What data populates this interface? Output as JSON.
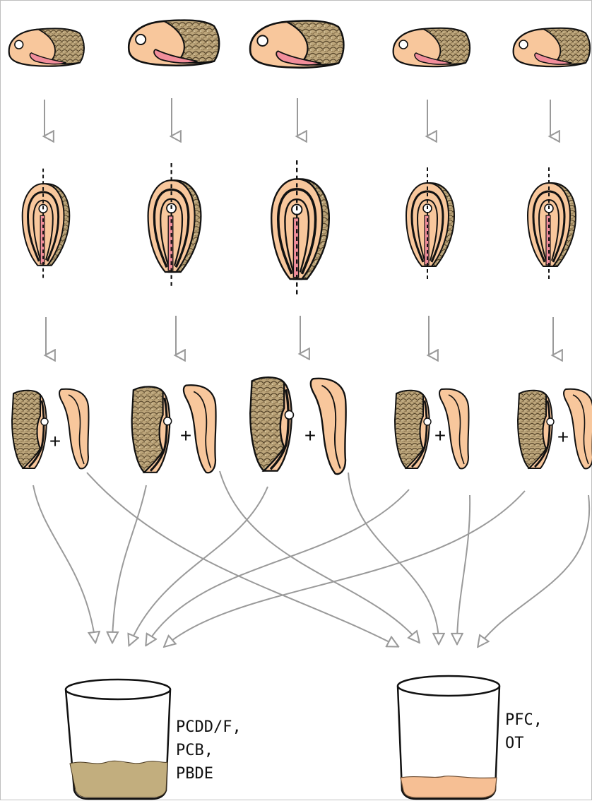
{
  "beakers": [
    {
      "lines": [
        "PCDD/F,",
        "PCB,",
        "PBDE"
      ],
      "sediment": "tan-homogenate"
    },
    {
      "lines": [
        "PFC,",
        "OT"
      ],
      "sediment": "pink-homogenate"
    }
  ],
  "columns": 5,
  "steps": [
    "whole-fillet",
    "cut-lengthwise",
    "split-into-halves",
    "pooled-into-beakers"
  ],
  "colors": {
    "flesh": "#f8c79c",
    "skin": "#b49a6e",
    "arrow": "#9a9a9a",
    "tan_sediment": "#c2ae7e",
    "pink_sediment": "#f6bf94"
  }
}
